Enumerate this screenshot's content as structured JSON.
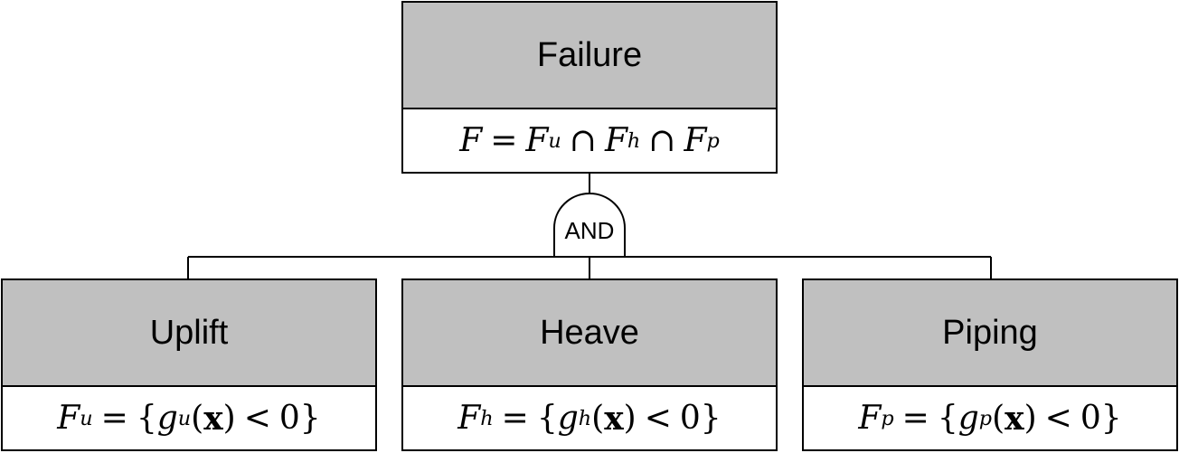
{
  "top_event": {
    "title": "Failure",
    "formula": {
      "lhs": "F",
      "eq": "=",
      "t1": "F",
      "s1": "u",
      "op1": "∩",
      "t2": "F",
      "s2": "h",
      "op2": "∩",
      "t3": "F",
      "s3": "p"
    }
  },
  "gate": {
    "label": "AND"
  },
  "basic_events": [
    {
      "title": "Uplift",
      "formula": {
        "lhs": "F",
        "lsub": "u",
        "eq": "=",
        "lb": "{",
        "g": "g",
        "gsub": "u",
        "lp": "(",
        "x": "x",
        "rp": ")",
        "lt": "<",
        "zero": "0",
        "rb": "}"
      }
    },
    {
      "title": "Heave",
      "formula": {
        "lhs": "F",
        "lsub": "h",
        "eq": "=",
        "lb": "{",
        "g": "g",
        "gsub": "h",
        "lp": "(",
        "x": "x",
        "rp": ")",
        "lt": "<",
        "zero": "0",
        "rb": "}"
      }
    },
    {
      "title": "Piping",
      "formula": {
        "lhs": "F",
        "lsub": "p",
        "eq": "=",
        "lb": "{",
        "g": "g",
        "gsub": "p",
        "lp": "(",
        "x": "x",
        "rp": ")",
        "lt": "<",
        "zero": "0",
        "rb": "}"
      }
    }
  ]
}
